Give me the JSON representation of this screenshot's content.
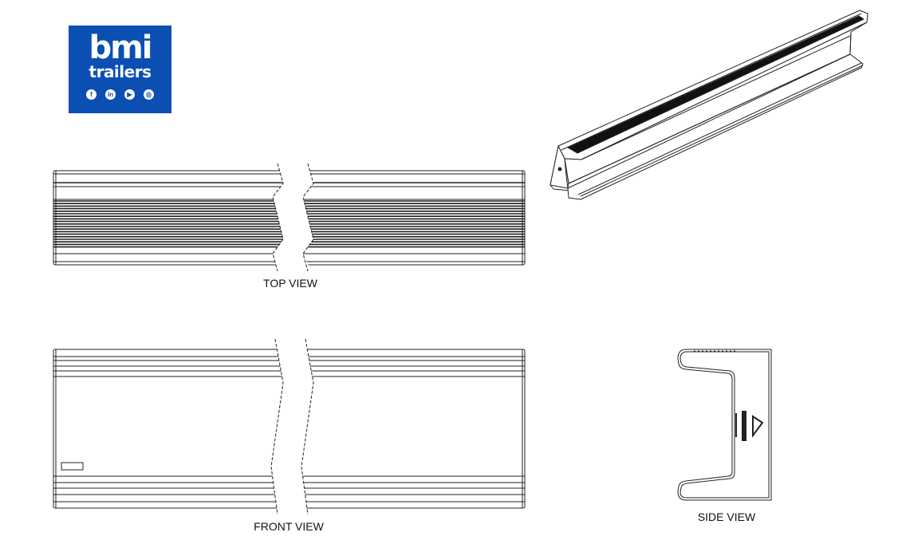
{
  "logo": {
    "brand": "bmi",
    "subtitle": "trailers",
    "social_icons": [
      {
        "name": "facebook-icon",
        "glyph": "f"
      },
      {
        "name": "linkedin-icon",
        "glyph": "in"
      },
      {
        "name": "youtube-icon",
        "glyph": "▶"
      },
      {
        "name": "instagram-icon",
        "glyph": "◎"
      }
    ],
    "color": "#0b4fb3"
  },
  "views": {
    "top": "TOP VIEW",
    "front": "FRONT VIEW",
    "side": "SIDE VIEW"
  }
}
